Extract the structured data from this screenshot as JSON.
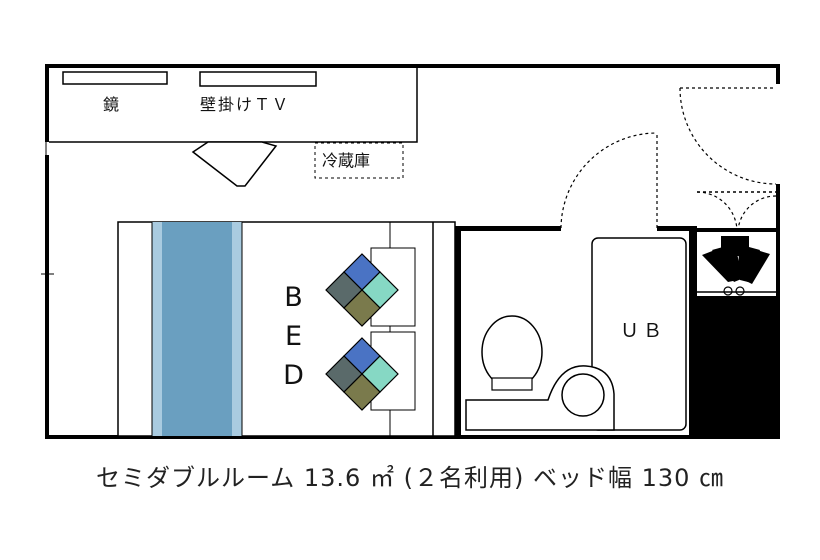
{
  "labels": {
    "mirror": "鏡",
    "tv": "壁掛けＴＶ",
    "fridge": "冷蔵庫",
    "bed": "BED",
    "bath": "ＵＢ"
  },
  "caption": "セミダブルルーム 13.6 ㎡ (２名利用)  ベッド幅 130 ㎝",
  "colors": {
    "wall": "#000000",
    "mattress_stripe": "#6a9fc0",
    "stripe_edge": "#a9cbe0",
    "pillow_blue": "#4a73c4",
    "pillow_teal": "#86d8c4",
    "pillow_olive": "#7a7a4c",
    "pillow_slate": "#5a6a6a"
  }
}
